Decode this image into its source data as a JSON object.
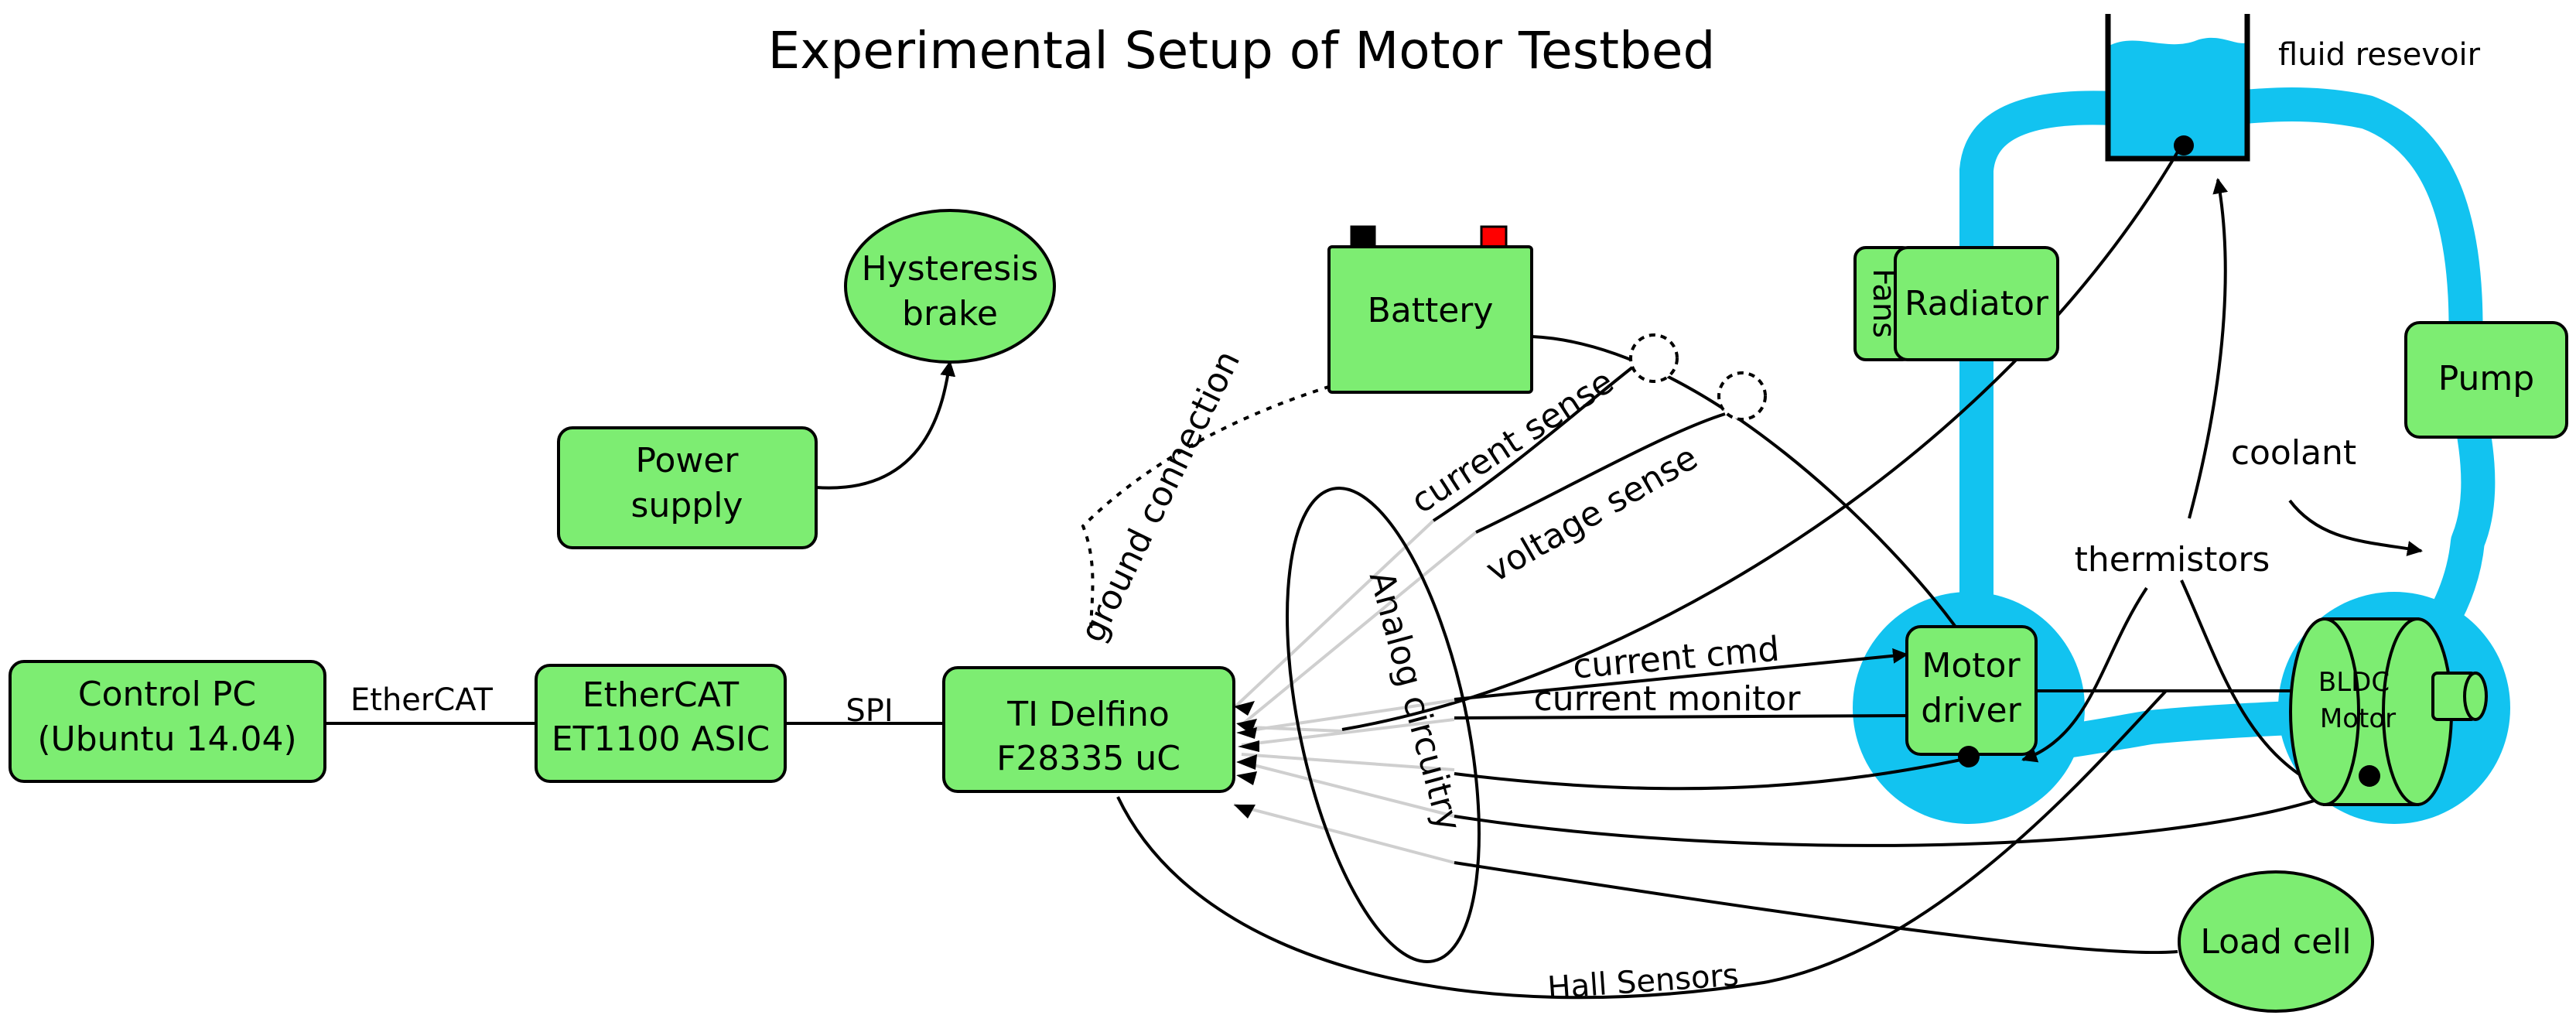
{
  "title": "Experimental Setup of Motor Testbed",
  "colors": {
    "box_fill": "#7ded72",
    "coolant": "#12c3f0",
    "battery_neg_terminal": "#000000",
    "battery_pos_terminal": "#ff0000"
  },
  "boxes": {
    "control_pc": [
      "Control PC",
      "(Ubuntu 14.04)"
    ],
    "ethercat_asic": [
      "EtherCAT",
      "ET1100 ASIC"
    ],
    "delfino": [
      "TI Delfino",
      "F28335 uC"
    ],
    "power_supply": [
      "Power",
      "supply"
    ],
    "hysteresis_brake": [
      "Hysteresis",
      "brake"
    ],
    "battery": "Battery",
    "radiator": "Radiator",
    "fans": "Fans",
    "pump": "Pump",
    "motor_driver": [
      "Motor",
      "driver"
    ],
    "bldc_motor": [
      "BLDC",
      "Motor"
    ],
    "load_cell": "Load cell"
  },
  "labels": {
    "ethercat_link": "EtherCAT",
    "spi_link": "SPI",
    "ground_connection": "ground connection",
    "current_sense": "current sense",
    "voltage_sense": "voltage sense",
    "analog_circuitry": "Analog circuitry",
    "current_cmd": "current cmd",
    "current_monitor": "current monitor",
    "hall_sensors": "Hall Sensors",
    "thermistors": "thermistors",
    "coolant": "coolant",
    "fluid_reservoir": "fluid resevoir"
  }
}
